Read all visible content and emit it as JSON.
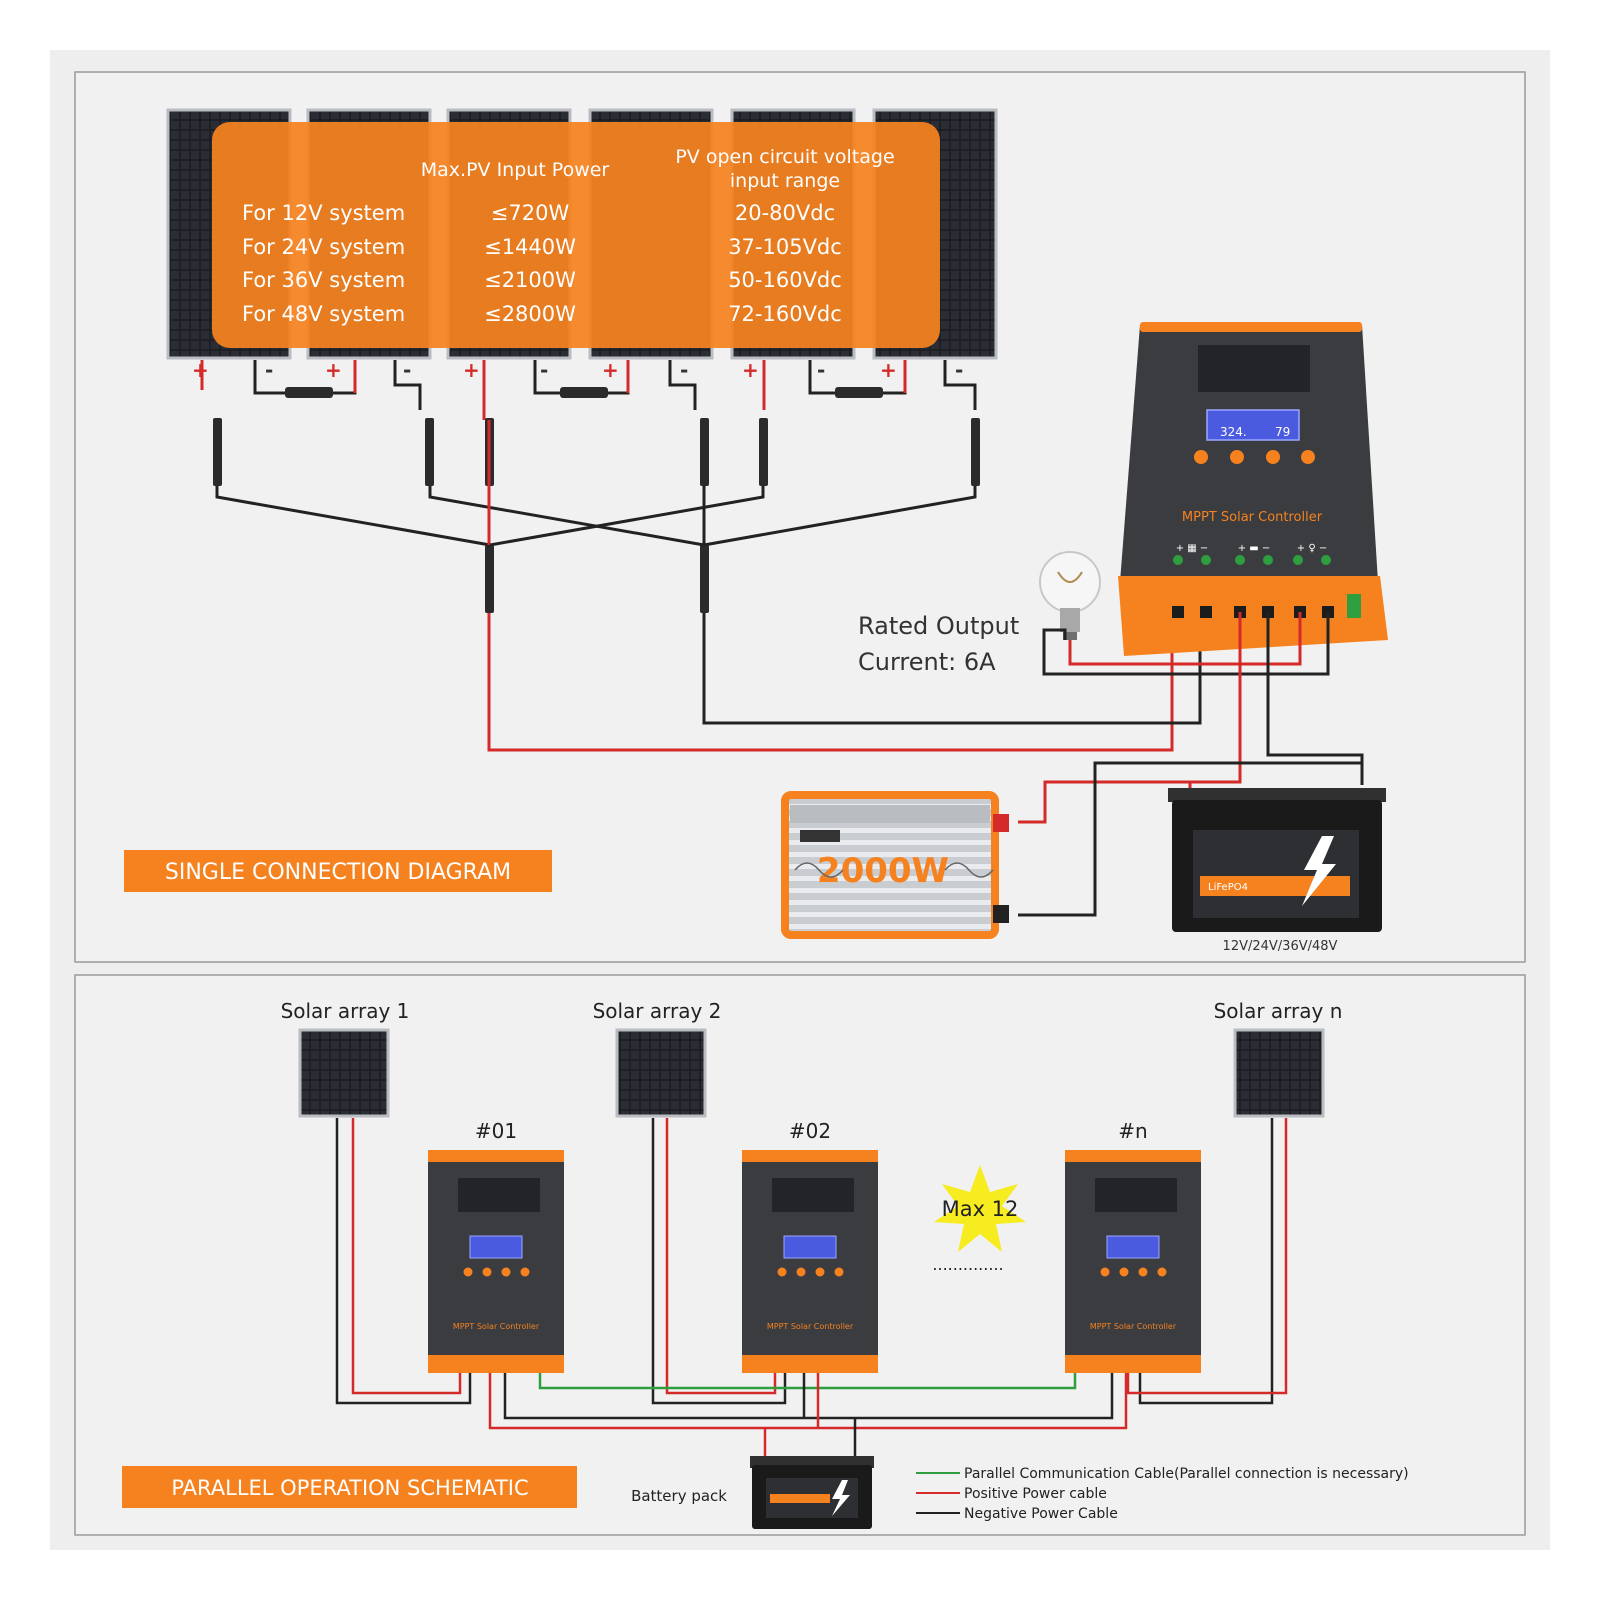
{
  "spec_table": {
    "header_power": "Max.PV Input Power",
    "header_voltage_line1": "PV open circuit voltage",
    "header_voltage_line2": "input range",
    "rows": [
      {
        "system": "For 12V system",
        "power": "≤720W",
        "voltage": "20-80Vdc"
      },
      {
        "system": "For 24V system",
        "power": "≤1440W",
        "voltage": "37-105Vdc"
      },
      {
        "system": "For 36V system",
        "power": "≤2100W",
        "voltage": "50-160Vdc"
      },
      {
        "system": "For 48V system",
        "power": "≤2800W",
        "voltage": "72-160Vdc"
      }
    ]
  },
  "single": {
    "banner": "SINGLE CONNECTION DIAGRAM",
    "controller_label": "MPPT Solar Controller",
    "lcd_left": "324.",
    "lcd_right": "79",
    "rated_line1": "Rated Output",
    "rated_line2": "Current: 6A",
    "inverter_watt": "2000W",
    "battery_chem": "LiFePO4",
    "battery_voltage": "12V/24V/36V/48V"
  },
  "parallel": {
    "banner": "PARALLEL OPERATION SCHEMATIC",
    "array_labels": [
      "Solar array 1",
      "Solar array 2",
      "Solar array n"
    ],
    "controller_ids": [
      "#01",
      "#02",
      "#n"
    ],
    "max_label": "Max 12",
    "dots": "..............",
    "mini_controller_label": "MPPT Solar Controller",
    "battery_label": "Battery pack",
    "legend": [
      {
        "label": "Parallel Communication Cable(Parallel connection is necessary)",
        "color": "#2e9e3e"
      },
      {
        "label": "Positive Power cable",
        "color": "#d42a2a"
      },
      {
        "label": "Negative Power Cable",
        "color": "#222222"
      }
    ]
  },
  "colors": {
    "orange": "#f5821f",
    "panel": "#3a3c40",
    "positive": "#d42a2a",
    "negative": "#222222",
    "comm": "#2e9e3e"
  }
}
